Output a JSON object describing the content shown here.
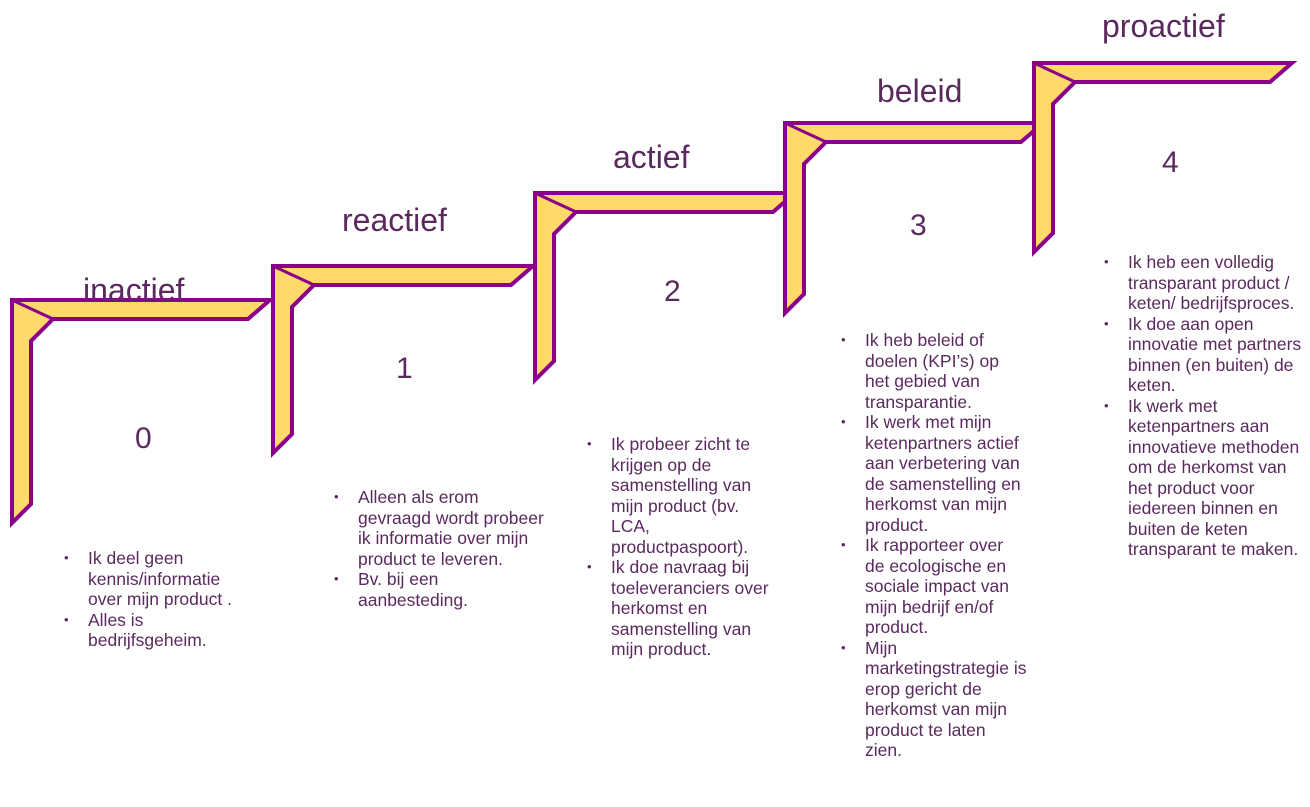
{
  "colors": {
    "step_fill": "#ffd96a",
    "step_stroke": "#8b008b",
    "text": "#5a2a5e"
  },
  "levels": [
    {
      "title": "inactief",
      "number": "0",
      "bullets": [
        "Ik deel geen kennis/informatie over mijn product .",
        "Alles is bedrijfsgeheim."
      ]
    },
    {
      "title": "reactief",
      "number": "1",
      "bullets": [
        "Alleen als erom gevraagd wordt probeer ik informatie over mijn product te leveren.",
        "Bv. bij een aanbesteding."
      ]
    },
    {
      "title": "actief",
      "number": "2",
      "bullets": [
        "Ik probeer zicht te krijgen op de samenstelling van mijn product (bv. LCA, productpaspoort).",
        "Ik doe navraag bij toeleveranciers over herkomst en samenstelling van mijn product."
      ]
    },
    {
      "title": "beleid",
      "number": "3",
      "bullets": [
        "Ik heb beleid of doelen (KPI’s) op het gebied van transparantie.",
        "Ik werk met mijn ketenpartners actief aan verbetering van de samenstelling en herkomst van mijn product.",
        "Ik rapporteer over de ecologische en sociale impact van mijn bedrijf en/of product.",
        "Mijn marketingstrategie is erop gericht de herkomst van mijn product te laten zien."
      ]
    },
    {
      "title": "proactief",
      "number": "4",
      "bullets": [
        "Ik heb een volledig transparant product / keten/ bedrijfsproces.",
        "Ik doe aan open innovatie met partners binnen (en buiten) de keten.",
        "Ik werk met ketenpartners aan innovatieve methoden om de herkomst van het product voor iedereen binnen en buiten de keten transparant te maken."
      ]
    }
  ]
}
